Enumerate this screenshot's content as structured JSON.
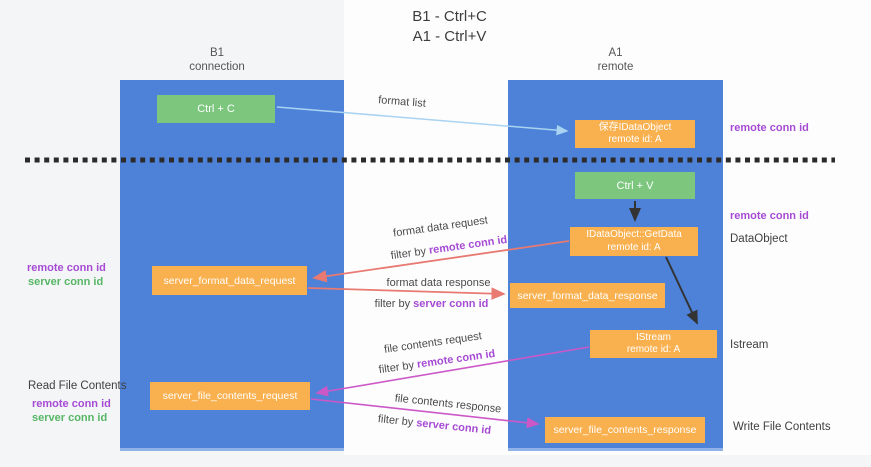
{
  "title": {
    "line1": "B1 - Ctrl+C",
    "line2": "A1 - Ctrl+V"
  },
  "lanes": {
    "left": {
      "name": "B1",
      "role": "connection"
    },
    "right": {
      "name": "A1",
      "role": "remote"
    }
  },
  "nodes": {
    "ctrl_c": {
      "label": "Ctrl + C"
    },
    "ctrl_v": {
      "label": "Ctrl + V"
    },
    "save_idataobject": {
      "line1": "保存IDataObject",
      "line2": "remote id: A"
    },
    "idataobject_getdata": {
      "line1": "IDataObject::GetData",
      "line2": "remote id: A"
    },
    "istream": {
      "line1": "IStream",
      "line2": "remote id: A"
    },
    "server_format_data_request": {
      "label": "server_format_data_request"
    },
    "server_format_data_response": {
      "label": "server_format_data_response"
    },
    "server_file_contents_request": {
      "label": "server_file_contents_request"
    },
    "server_file_contents_response": {
      "label": "server_file_contents_response"
    }
  },
  "annotations": {
    "right_top_conn_id": "remote conn id",
    "right_mid_conn_id": "remote conn id",
    "dataobject": "DataObject",
    "istream": "Istream",
    "write_file_contents": "Write File Contents",
    "left_remote_conn_id": "remote conn id",
    "left_server_conn_id": "server conn id",
    "read_file_contents": "Read File Contents",
    "left_bottom_remote_conn_id": "remote conn id",
    "left_bottom_server_conn_id": "server conn id"
  },
  "arrow_labels": {
    "format_list": "format list",
    "format_data_request": "format data request",
    "format_data_request_filter_prefix": "filter by ",
    "format_data_request_filter_key": "remote conn id",
    "format_data_response": "format data response",
    "format_data_response_filter_prefix": "filter by ",
    "format_data_response_filter_key": "server conn id",
    "file_contents_request": "file contents request",
    "file_contents_request_filter_prefix": "filter by ",
    "file_contents_request_filter_key": "remote conn id",
    "file_contents_response": "file contents response",
    "file_contents_response_filter_prefix": "filter by ",
    "file_contents_response_filter_key": "server conn id"
  },
  "colors": {
    "lane_blue": "#4d82d8",
    "node_orange": "#f9b04e",
    "node_green": "#7cc67e",
    "purple_text": "#a64bd4",
    "green_text": "#56b665",
    "red_arrow": "#e87a72",
    "magenta_arrow": "#cc58c8",
    "lightblue_arrow": "#a9d3f1",
    "black_arrow": "#333333"
  }
}
